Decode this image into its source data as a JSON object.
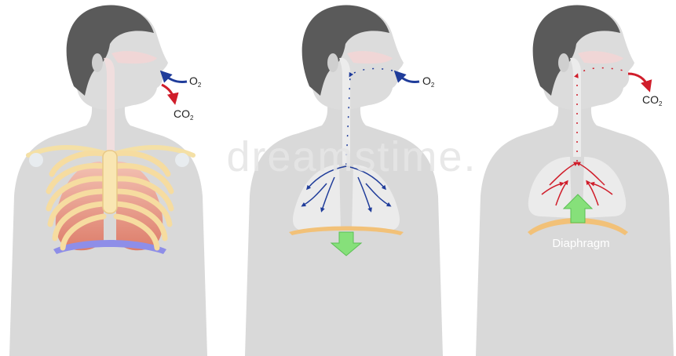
{
  "labels": {
    "o2": {
      "main": "O",
      "sub": "2"
    },
    "co2": {
      "main": "CO",
      "sub": "2"
    },
    "diaphragm": "Diaphragm"
  },
  "watermark": "dreamstime.",
  "colors": {
    "skin": "#d9d9d9",
    "hair": "#5a5a5a",
    "rib": "#f6dca0",
    "lung_pink": "#e59a86",
    "diaphragm": "#f2c178",
    "oxygen_arrow": "#1f3c9a",
    "co2_arrow": "#d01e2b",
    "movement_arrow": "#86e07a"
  }
}
